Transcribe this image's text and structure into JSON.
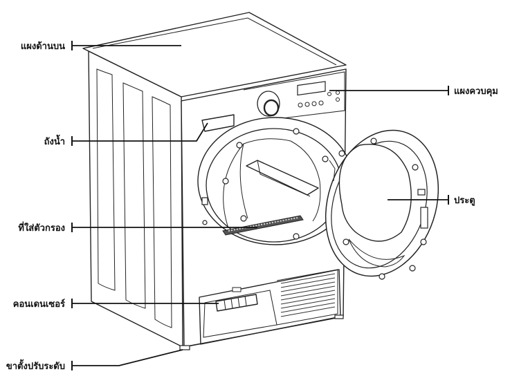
{
  "labels": {
    "top_panel": "แผงด้านบน",
    "control_panel": "แผงควบคุม",
    "water_tank": "ถังน้ำ",
    "door": "ประตู",
    "filter_holder": "ที่ใส่ตัวกรอง",
    "condenser": "คอนเดนเซอร์",
    "adjustable_feet": "ขาตั้งปรับระดับ"
  }
}
